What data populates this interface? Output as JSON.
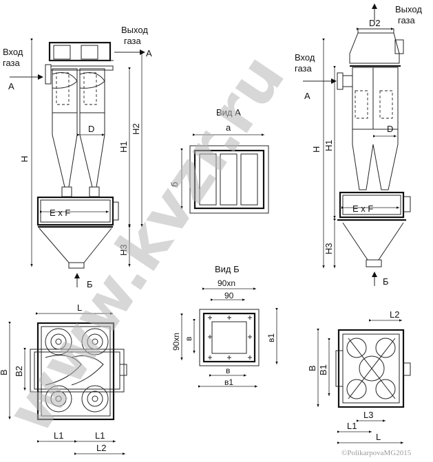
{
  "labels": {
    "vhod": "Вход",
    "gaza": "газа",
    "vyhod": "Выход",
    "a_letter": "А",
    "b_letter": "Б",
    "H": "Н",
    "H1": "Н1",
    "H2": "Н2",
    "H3": "Н3",
    "D": "D",
    "D2": "D2",
    "ExF": "E x F",
    "vid_a": "Вид А",
    "vid_b": "Вид Б",
    "a_dim": "а",
    "b_dim": "б",
    "n90": "90хn",
    "n90v": "90хn",
    "d90": "90",
    "v": "в",
    "v1": "в1",
    "L": "L",
    "L1": "L1",
    "L2": "L2",
    "L3": "L3",
    "B": "В",
    "B1": "В1",
    "B2": "В2"
  },
  "watermark": "www.kvzr.ru",
  "copyright": "©PolikarpovaMG2015"
}
